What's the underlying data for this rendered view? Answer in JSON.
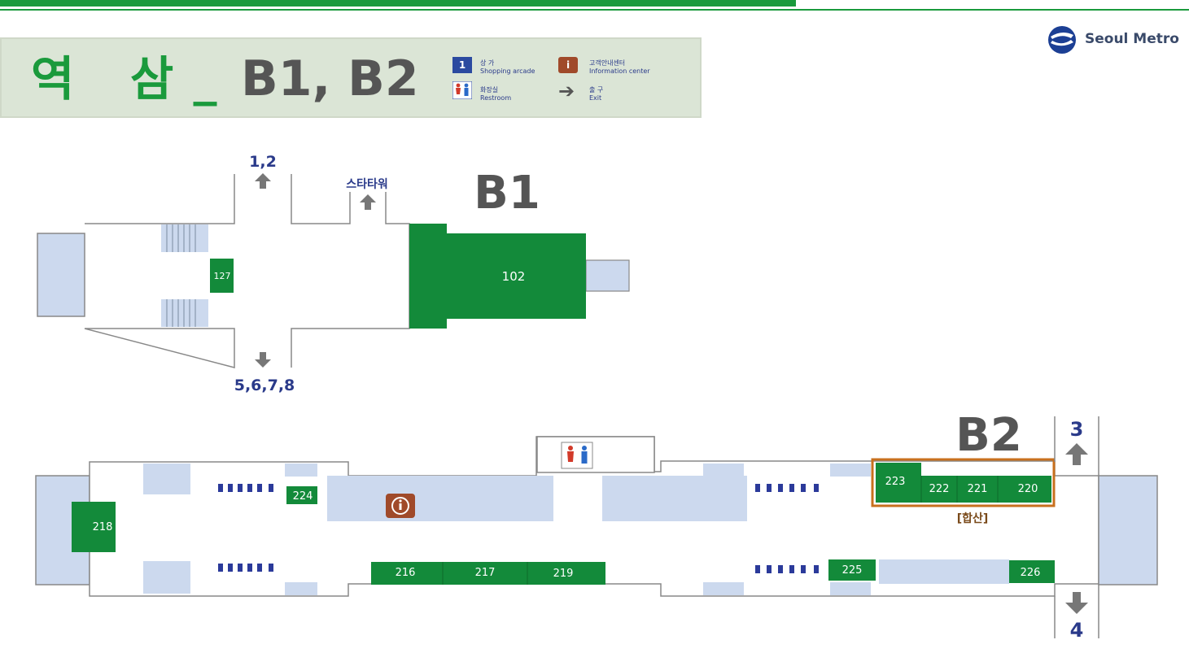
{
  "header": {
    "title_station": "역   삼",
    "title_sep": "_",
    "title_floors": "B1, B2"
  },
  "legend": [
    {
      "icon": "shopping-arcade-icon",
      "glyph": "1",
      "ko": "상 가",
      "en": "Shopping arcade"
    },
    {
      "icon": "information-center-icon",
      "glyph": "i",
      "ko": "고객안내센터",
      "en": "Information center"
    },
    {
      "icon": "restroom-icon",
      "glyph": "",
      "ko": "화장실",
      "en": "Restroom"
    },
    {
      "icon": "exit-arrow-icon",
      "glyph": "",
      "ko": "출 구",
      "en": "Exit"
    }
  ],
  "logo": {
    "text": "Seoul Metro",
    "color": "#1c3f94"
  },
  "colors": {
    "shop": "#138a3a",
    "floor": "#ccd9ee",
    "exit_text": "#2a3a8a",
    "highlight": "#c8701e",
    "info": "#a04a2a"
  },
  "floors": {
    "b1": {
      "label": "B1",
      "exit_top": "1,2",
      "exit_tower": "스타타워",
      "exit_bottom": "5,6,7,8",
      "shops": [
        "127",
        "102"
      ]
    },
    "b2": {
      "label": "B2",
      "exit_up": "3",
      "exit_down": "4",
      "shops": [
        "223",
        "222",
        "221",
        "220",
        "224",
        "218",
        "216",
        "217",
        "219",
        "225",
        "226"
      ],
      "highlight_label": "[합산]"
    }
  }
}
